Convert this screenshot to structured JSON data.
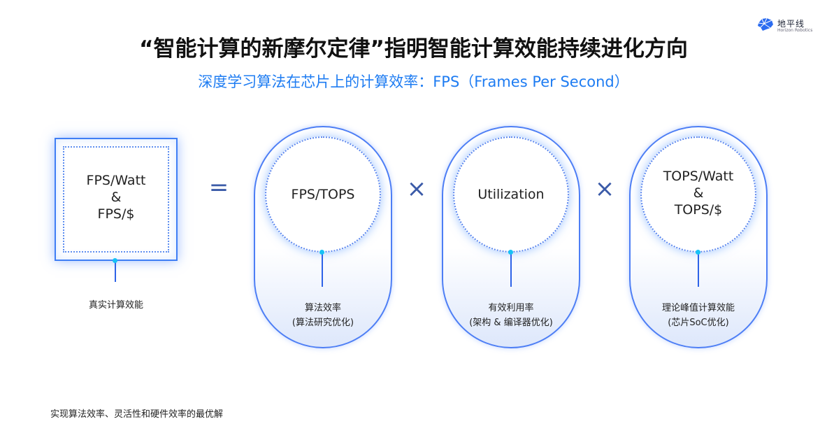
{
  "logo": {
    "cn": "地平线",
    "en": "Horizon Robotics",
    "icon": "brain-icon",
    "color": "#2b6cf0"
  },
  "title": "“智能计算的新摩尔定律”指明智能计算效能持续进化方向",
  "subtitle": "深度学习算法在芯片上的计算效率：FPS（Frames Per Second）",
  "lhs": {
    "lines": [
      "FPS/Watt",
      "&",
      "FPS/$"
    ],
    "label": "真实计算效能"
  },
  "operators": {
    "equals": "=",
    "times1": "×",
    "times2": "×"
  },
  "factors": [
    {
      "lines": [
        "FPS/TOPS"
      ],
      "label1": "算法效率",
      "label2": "(算法研究优化)"
    },
    {
      "lines": [
        "Utilization"
      ],
      "label1": "有效利用率",
      "label2": "(架构 & 编译器优化)"
    },
    {
      "lines": [
        "TOPS/Watt",
        "&",
        "TOPS/$"
      ],
      "label1": "理论峰值计算效能",
      "label2": "(芯片SoC优化)"
    }
  ],
  "footer": "实现算法效率、灵活性和硬件效率的最优解",
  "colors": {
    "accent": "#1e7cf2",
    "border": "#4d7ef5",
    "dot": "#17c2f5"
  }
}
